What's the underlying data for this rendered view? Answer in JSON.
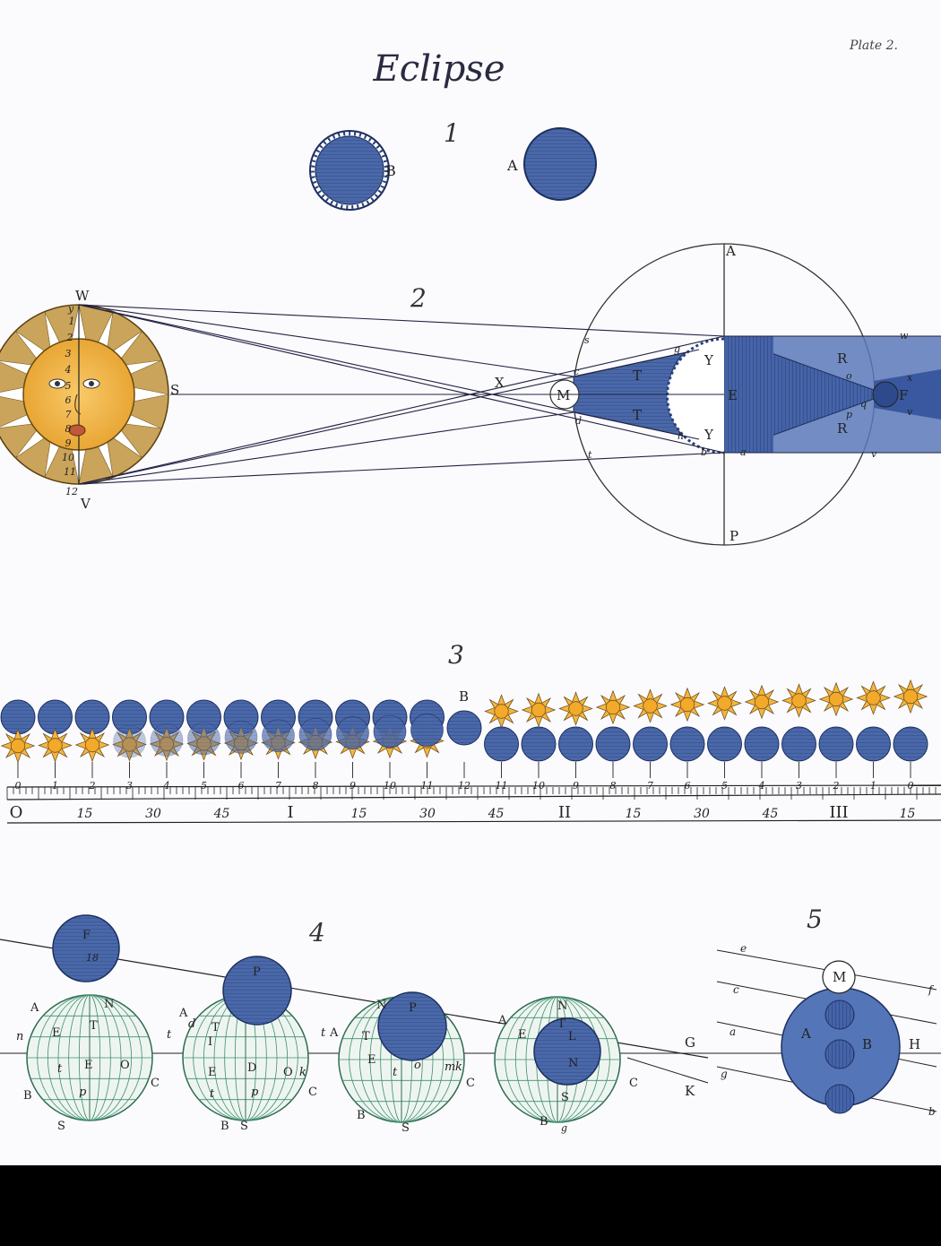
{
  "title": "Eclipse",
  "plate": "Plate 2.",
  "colors": {
    "moon": "#4a68a8",
    "moon_dark": "#2e4a8c",
    "sun": "#f6b53d",
    "ray": "#ffffff",
    "shadow": "#3f5fa6",
    "globe": "#3f8f6e",
    "line": "#222244"
  },
  "fig1": {
    "number": "1",
    "label_b": "B",
    "label_a": "A"
  },
  "fig2": {
    "number": "2",
    "labels": [
      "W",
      "S",
      "V",
      "X",
      "A",
      "P",
      "M",
      "E",
      "F",
      "T",
      "T",
      "Y",
      "Y",
      "R",
      "R"
    ],
    "small_labels": [
      "y",
      "c",
      "d",
      "t",
      "s",
      "g",
      "h",
      "b",
      "o",
      "p",
      "q",
      "a",
      "x",
      "v",
      "w",
      "v"
    ],
    "sun_numbers": [
      "1",
      "2",
      "3",
      "4",
      "5",
      "6",
      "7",
      "8",
      "9",
      "10",
      "11",
      "12"
    ]
  },
  "fig3": {
    "number": "3",
    "label_b": "B",
    "digits": [
      "0",
      "1",
      "2",
      "3",
      "4",
      "5",
      "6",
      "7",
      "8",
      "9",
      "10",
      "11",
      "12",
      "11",
      "10",
      "9",
      "8",
      "7",
      "6",
      "5",
      "4",
      "3",
      "2",
      "1",
      "0"
    ],
    "scale": [
      "O",
      "15",
      "30",
      "45",
      "I",
      "15",
      "30",
      "45",
      "II",
      "15",
      "30",
      "45",
      "III",
      "15"
    ]
  },
  "fig4": {
    "number": "4",
    "globe1": [
      "F",
      "18",
      "A",
      "N",
      "T",
      "E",
      "E",
      "O",
      "n",
      "t",
      "p",
      "B",
      "S",
      "C"
    ],
    "globe2": [
      "P",
      "A",
      "d",
      "I",
      "T",
      "t",
      "E",
      "D",
      "O",
      "k",
      "t",
      "p",
      "B",
      "S",
      "C"
    ],
    "globe3": [
      "N",
      "P",
      "t",
      "A",
      "T",
      "E",
      "t",
      "o",
      "m",
      "k",
      "B",
      "S",
      "C"
    ],
    "globe4": [
      "N",
      "T",
      "A",
      "E",
      "L",
      "N",
      "C",
      "B",
      "S",
      "g"
    ],
    "g_label": "G",
    "k_label": "K"
  },
  "fig5": {
    "number": "5",
    "labels": [
      "M",
      "A",
      "B",
      "H"
    ],
    "line_labels": [
      "e",
      "c",
      "a",
      "g",
      "f",
      "b"
    ]
  }
}
